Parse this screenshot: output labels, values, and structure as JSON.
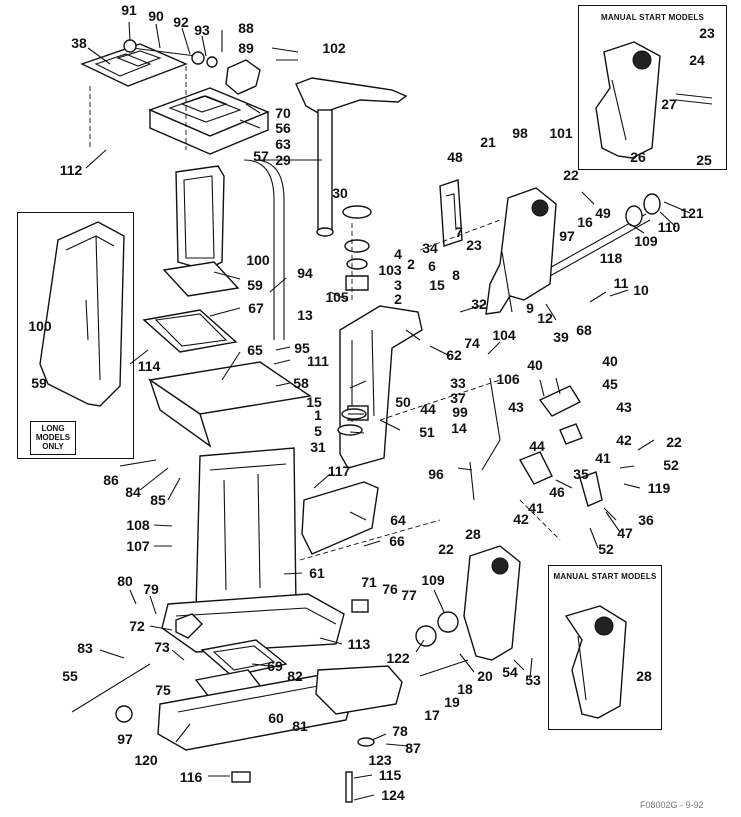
{
  "diagram": {
    "inset_manual_start_top": "MANUAL START MODELS",
    "inset_manual_start_bottom": "MANUAL START MODELS",
    "long_models_note": [
      "LONG",
      "MODELS",
      "ONLY"
    ],
    "catalog_code": "F08002G - 9-92"
  },
  "callouts": [
    {
      "id": "91",
      "text": "91"
    },
    {
      "id": "90",
      "text": "90"
    },
    {
      "id": "92",
      "text": "92"
    },
    {
      "id": "93",
      "text": "93"
    },
    {
      "id": "88",
      "text": "88"
    },
    {
      "id": "89",
      "text": "89"
    },
    {
      "id": "102",
      "text": "102"
    },
    {
      "id": "38",
      "text": "38"
    },
    {
      "id": "70",
      "text": "70"
    },
    {
      "id": "56",
      "text": "56"
    },
    {
      "id": "63",
      "text": "63"
    },
    {
      "id": "57",
      "text": "57"
    },
    {
      "id": "29",
      "text": "29"
    },
    {
      "id": "112",
      "text": "112"
    },
    {
      "id": "30",
      "text": "30"
    },
    {
      "id": "48",
      "text": "48"
    },
    {
      "id": "21",
      "text": "21"
    },
    {
      "id": "98",
      "text": "98"
    },
    {
      "id": "101",
      "text": "101"
    },
    {
      "id": "23a",
      "text": "23"
    },
    {
      "id": "24",
      "text": "24"
    },
    {
      "id": "27",
      "text": "27"
    },
    {
      "id": "26",
      "text": "26"
    },
    {
      "id": "25",
      "text": "25"
    },
    {
      "id": "22a",
      "text": "22"
    },
    {
      "id": "49",
      "text": "49"
    },
    {
      "id": "16",
      "text": "16"
    },
    {
      "id": "121",
      "text": "121"
    },
    {
      "id": "97a",
      "text": "97"
    },
    {
      "id": "110",
      "text": "110"
    },
    {
      "id": "109a",
      "text": "109"
    },
    {
      "id": "118",
      "text": "118"
    },
    {
      "id": "4",
      "text": "4"
    },
    {
      "id": "7",
      "text": "7"
    },
    {
      "id": "23b",
      "text": "23"
    },
    {
      "id": "34",
      "text": "34"
    },
    {
      "id": "6",
      "text": "6"
    },
    {
      "id": "103",
      "text": "103"
    },
    {
      "id": "2a",
      "text": "2"
    },
    {
      "id": "3",
      "text": "3"
    },
    {
      "id": "8",
      "text": "8"
    },
    {
      "id": "100a",
      "text": "100"
    },
    {
      "id": "59a",
      "text": "59"
    },
    {
      "id": "94",
      "text": "94"
    },
    {
      "id": "67",
      "text": "67"
    },
    {
      "id": "15a",
      "text": "15"
    },
    {
      "id": "2b",
      "text": "2"
    },
    {
      "id": "105",
      "text": "105"
    },
    {
      "id": "13",
      "text": "13"
    },
    {
      "id": "11",
      "text": "11"
    },
    {
      "id": "10",
      "text": "10"
    },
    {
      "id": "9",
      "text": "9"
    },
    {
      "id": "12",
      "text": "12"
    },
    {
      "id": "32",
      "text": "32"
    },
    {
      "id": "68",
      "text": "68"
    },
    {
      "id": "100b",
      "text": "100"
    },
    {
      "id": "114",
      "text": "114"
    },
    {
      "id": "65",
      "text": "65"
    },
    {
      "id": "95",
      "text": "95"
    },
    {
      "id": "111",
      "text": "111"
    },
    {
      "id": "74",
      "text": "74"
    },
    {
      "id": "104",
      "text": "104"
    },
    {
      "id": "39",
      "text": "39"
    },
    {
      "id": "62",
      "text": "62"
    },
    {
      "id": "59b",
      "text": "59"
    },
    {
      "id": "58",
      "text": "58"
    },
    {
      "id": "106",
      "text": "106"
    },
    {
      "id": "40a",
      "text": "40"
    },
    {
      "id": "40b",
      "text": "40"
    },
    {
      "id": "33",
      "text": "33"
    },
    {
      "id": "37",
      "text": "37"
    },
    {
      "id": "45",
      "text": "45"
    },
    {
      "id": "15b",
      "text": "15"
    },
    {
      "id": "50",
      "text": "50"
    },
    {
      "id": "44a",
      "text": "44"
    },
    {
      "id": "99",
      "text": "99"
    },
    {
      "id": "43a",
      "text": "43"
    },
    {
      "id": "43b",
      "text": "43"
    },
    {
      "id": "1",
      "text": "1"
    },
    {
      "id": "14",
      "text": "14"
    },
    {
      "id": "5",
      "text": "5"
    },
    {
      "id": "51",
      "text": "51"
    },
    {
      "id": "42a",
      "text": "42"
    },
    {
      "id": "31",
      "text": "31"
    },
    {
      "id": "22b",
      "text": "22"
    },
    {
      "id": "44b",
      "text": "44"
    },
    {
      "id": "41a",
      "text": "41"
    },
    {
      "id": "52a",
      "text": "52"
    },
    {
      "id": "86",
      "text": "86"
    },
    {
      "id": "84",
      "text": "84"
    },
    {
      "id": "117",
      "text": "117"
    },
    {
      "id": "96",
      "text": "96"
    },
    {
      "id": "46",
      "text": "46"
    },
    {
      "id": "35",
      "text": "35"
    },
    {
      "id": "119",
      "text": "119"
    },
    {
      "id": "85",
      "text": "85"
    },
    {
      "id": "41b",
      "text": "41"
    },
    {
      "id": "64",
      "text": "64"
    },
    {
      "id": "42b",
      "text": "42"
    },
    {
      "id": "36",
      "text": "36"
    },
    {
      "id": "108",
      "text": "108"
    },
    {
      "id": "47",
      "text": "47"
    },
    {
      "id": "28a",
      "text": "28"
    },
    {
      "id": "107",
      "text": "107"
    },
    {
      "id": "66",
      "text": "66"
    },
    {
      "id": "52b",
      "text": "52"
    },
    {
      "id": "22c",
      "text": "22"
    },
    {
      "id": "61",
      "text": "61"
    },
    {
      "id": "80",
      "text": "80"
    },
    {
      "id": "79",
      "text": "79"
    },
    {
      "id": "71",
      "text": "71"
    },
    {
      "id": "76",
      "text": "76"
    },
    {
      "id": "109b",
      "text": "109"
    },
    {
      "id": "77",
      "text": "77"
    },
    {
      "id": "72",
      "text": "72"
    },
    {
      "id": "113",
      "text": "113"
    },
    {
      "id": "83",
      "text": "83"
    },
    {
      "id": "73",
      "text": "73"
    },
    {
      "id": "69",
      "text": "69"
    },
    {
      "id": "122",
      "text": "122"
    },
    {
      "id": "82",
      "text": "82"
    },
    {
      "id": "18",
      "text": "18"
    },
    {
      "id": "20",
      "text": "20"
    },
    {
      "id": "54",
      "text": "54"
    },
    {
      "id": "53",
      "text": "53"
    },
    {
      "id": "28b",
      "text": "28"
    },
    {
      "id": "55",
      "text": "55"
    },
    {
      "id": "75",
      "text": "75"
    },
    {
      "id": "60",
      "text": "60"
    },
    {
      "id": "19",
      "text": "19"
    },
    {
      "id": "17",
      "text": "17"
    },
    {
      "id": "81",
      "text": "81"
    },
    {
      "id": "78",
      "text": "78"
    },
    {
      "id": "97b",
      "text": "97"
    },
    {
      "id": "87",
      "text": "87"
    },
    {
      "id": "120",
      "text": "120"
    },
    {
      "id": "123",
      "text": "123"
    },
    {
      "id": "116",
      "text": "116"
    },
    {
      "id": "115",
      "text": "115"
    },
    {
      "id": "124",
      "text": "124"
    }
  ]
}
